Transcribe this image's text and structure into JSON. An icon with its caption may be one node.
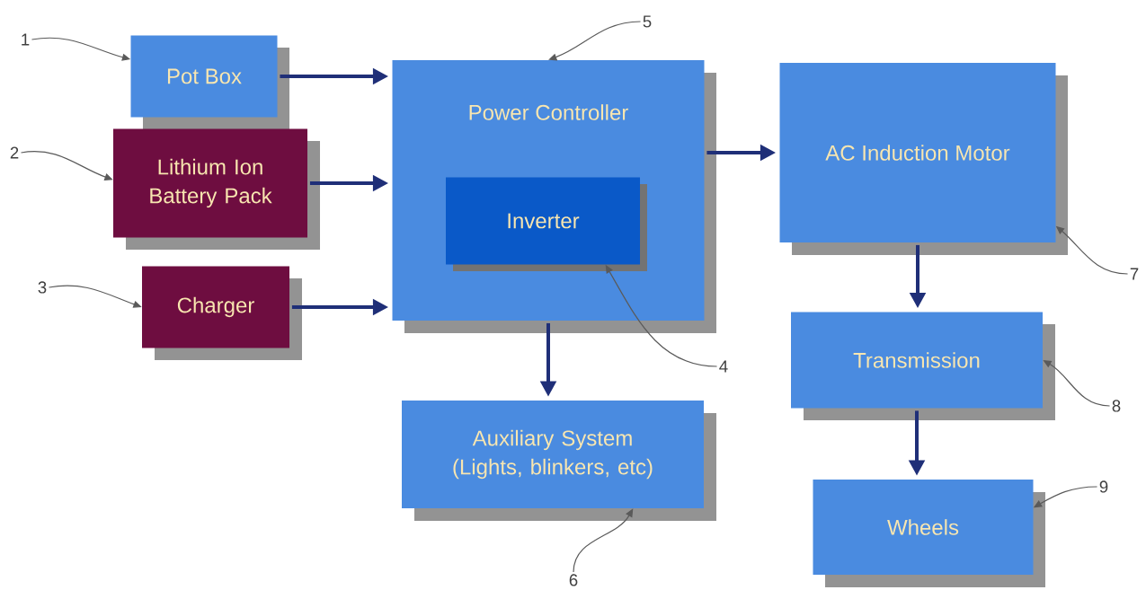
{
  "diagram": {
    "nodes": [
      {
        "text": [
          "Pot Box"
        ]
      },
      {
        "text": [
          "Lithium Ion Battery Pack"
        ]
      },
      {
        "text": [
          "Charger"
        ]
      },
      {
        "text": [
          "Power Controller"
        ]
      },
      {
        "text": [
          "Inverter"
        ],
        "in": 3
      },
      {
        "text": [
          "AC Induction Motor"
        ]
      },
      {
        "text": [
          "Auxiliary System (Lights, blinkers, etc)"
        ]
      },
      {
        "text": [
          "Transmission"
        ]
      },
      {
        "text": [
          "Wheels"
        ]
      },
      {
        "text": [
          "1"
        ]
      },
      {
        "text": [
          "2"
        ]
      },
      {
        "text": [
          "3"
        ]
      },
      {
        "text": [
          "4"
        ]
      },
      {
        "text": [
          "5"
        ]
      },
      {
        "text": [
          "6"
        ]
      },
      {
        "text": [
          "7"
        ]
      },
      {
        "text": [
          "8"
        ]
      },
      {
        "text": [
          "9"
        ]
      }
    ],
    "edges": [
      {
        "from": 0,
        "to": 3,
        "arrow": "to",
        "style": "thick",
        "color": "#1f2f78"
      },
      {
        "from": 1,
        "to": 3,
        "arrow": "to",
        "style": "thick",
        "color": "#1f2f78"
      },
      {
        "from": 2,
        "to": 3,
        "arrow": "to",
        "style": "thick",
        "color": "#1f2f78"
      },
      {
        "from": 3,
        "to": 5,
        "arrow": "to",
        "style": "thick",
        "color": "#1f2f78"
      },
      {
        "from": 3,
        "to": 6,
        "arrow": "to",
        "style": "thick",
        "color": "#1f2f78"
      },
      {
        "from": 5,
        "to": 7,
        "arrow": "to",
        "style": "thick",
        "color": "#1f2f78"
      },
      {
        "from": 7,
        "to": 8,
        "arrow": "to",
        "style": "thick",
        "color": "#1f2f78"
      },
      {
        "from": 9,
        "to": 0,
        "arrow": "to"
      },
      {
        "from": 10,
        "to": 1,
        "arrow": "to"
      },
      {
        "from": 11,
        "to": 2,
        "arrow": "to"
      },
      {
        "from": 12,
        "to": 4,
        "arrow": "to"
      },
      {
        "from": 13,
        "to": 3,
        "arrow": "to"
      },
      {
        "from": 14,
        "to": 6,
        "arrow": "to"
      },
      {
        "from": 15,
        "to": 5,
        "arrow": "to"
      },
      {
        "from": 16,
        "to": 7,
        "arrow": "to"
      },
      {
        "from": 17,
        "to": 8,
        "arrow": "to"
      }
    ]
  }
}
